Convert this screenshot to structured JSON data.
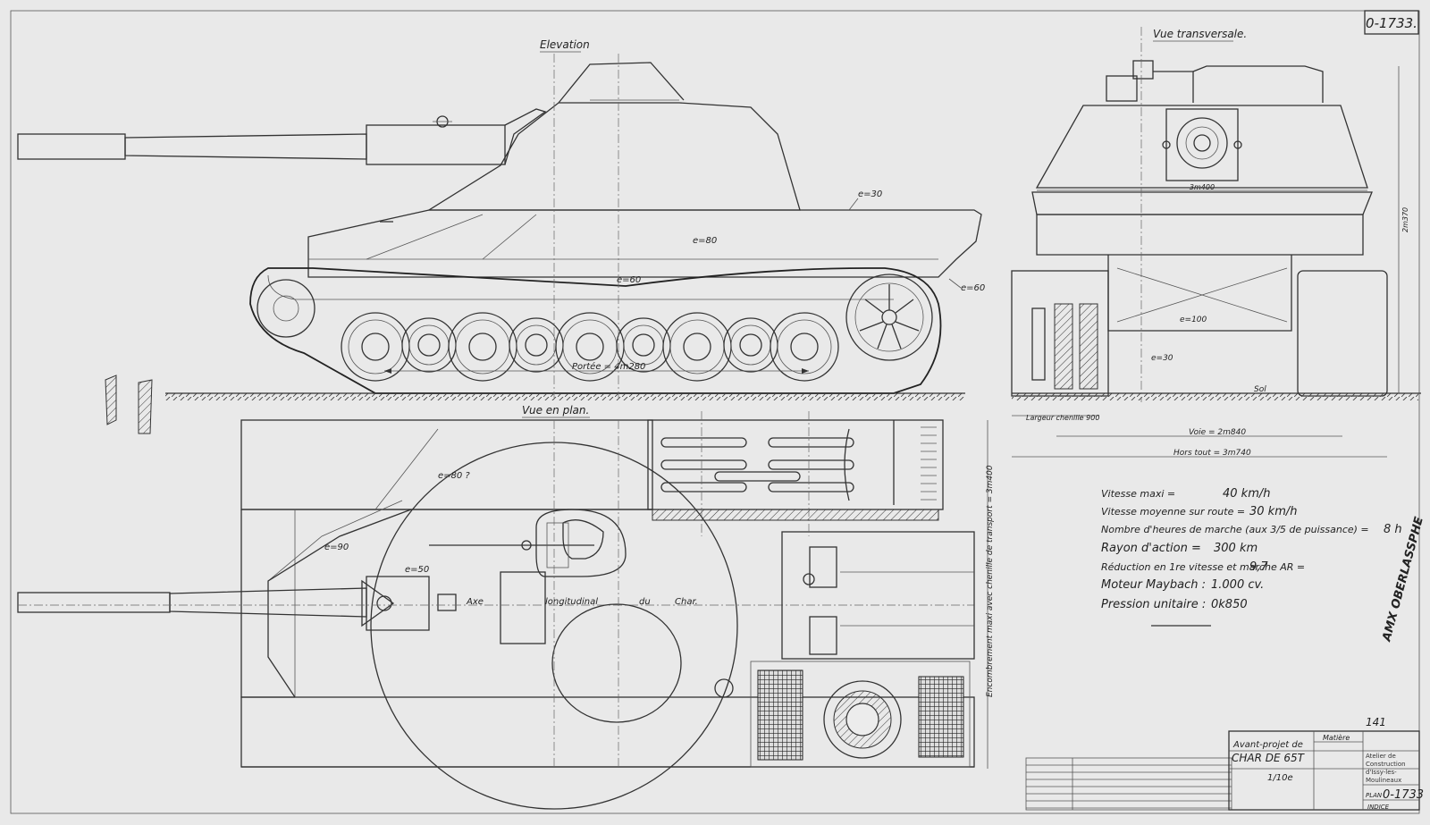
{
  "plan_number": "0-1733.",
  "views": {
    "elevation": "Elevation",
    "transverse": "Vue transversale.",
    "plan": "Vue en plan."
  },
  "annotations": {
    "e30_top": "e=30",
    "e80_hull": "e=80",
    "e60_hull": "e=60",
    "e60_front": "e=60",
    "portee": "Portée = 4m280",
    "e100": "e=100",
    "e30_side": "e=30",
    "sol": "Sol",
    "width_top": "3m400",
    "height_side": "2m370",
    "largeur_chenille": "Largeur chenille 900",
    "voie": "Voie = 2m840",
    "hors_tout": "Hors tout = 3m740",
    "e80_plan": "e=80 ?",
    "e90_plan": "e=90",
    "e50_plan": "e=50",
    "axe": "Axe",
    "longitudinal": "longitudinal",
    "du": "du",
    "char": "Char.",
    "encombrement": "Encombrement maxi avec chenille de transport = 3m400"
  },
  "specs": [
    {
      "label": "Vitesse maxi =",
      "value": "40 km/h"
    },
    {
      "label": "Vitesse moyenne sur route =",
      "value": "30 km/h"
    },
    {
      "label": "Nombre d'heures de marche (aux 3/5 de puissance) =",
      "value": "8 h"
    },
    {
      "label": "Rayon d'action =",
      "value": "300 km"
    },
    {
      "label": "Réduction en 1re vitesse et marche AR =",
      "value": "9,7"
    },
    {
      "label": "Moteur Maybach :",
      "value": "1.000 cv."
    },
    {
      "label": "Pression unitaire :",
      "value": "0k850"
    }
  ],
  "stamp": "AMX OBERLASSPHE",
  "handwritten_number": "141",
  "title_block": {
    "project": "Avant-projet de",
    "name": "CHAR DE 65T",
    "matiere": "Matière",
    "echelle": "1/10e",
    "plan_label": "PLAN",
    "plan_no": "0-1733",
    "indice": "INDICE",
    "atelier": "Atelier de Construction d'Issy-les-Moulineaux"
  }
}
